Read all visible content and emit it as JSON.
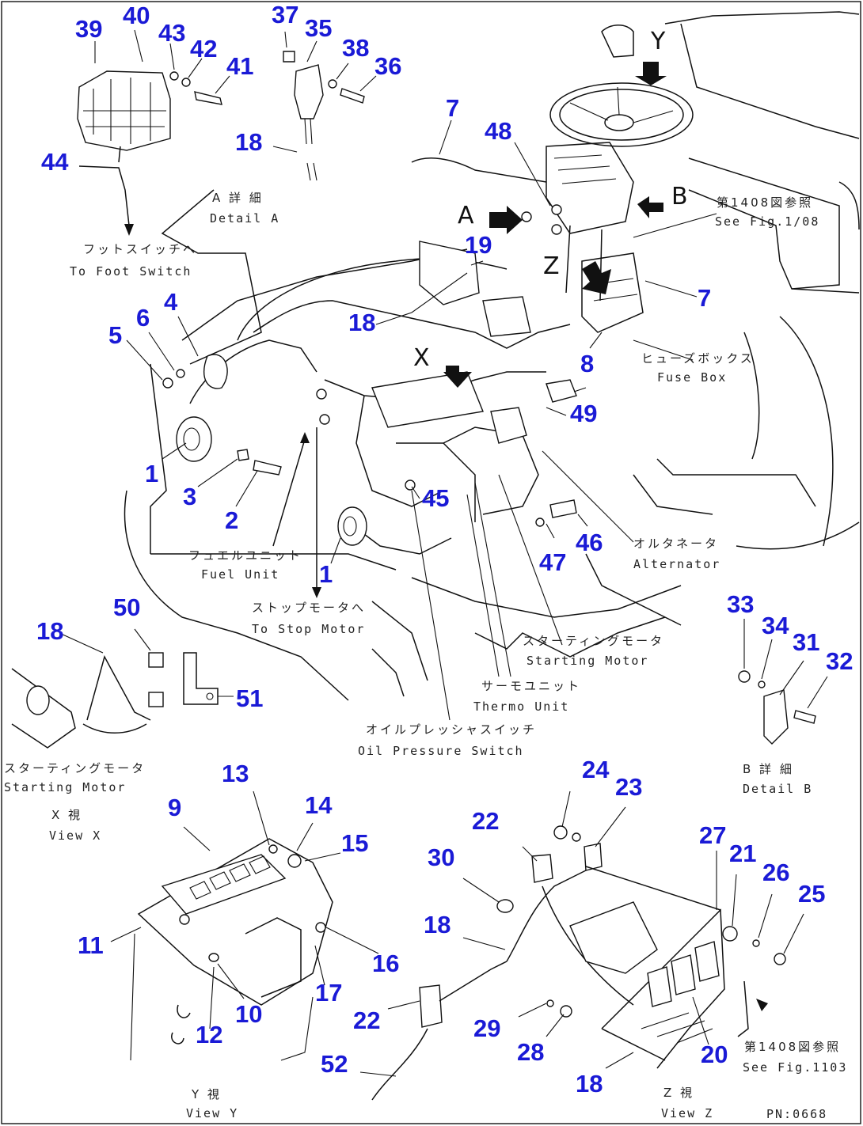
{
  "drawing": {
    "frame_id": "PN:0668",
    "view_letters": [
      {
        "id": "y",
        "text": "Y"
      },
      {
        "id": "a",
        "text": "A"
      },
      {
        "id": "b",
        "text": "B"
      },
      {
        "id": "z",
        "text": "Z"
      },
      {
        "id": "x",
        "text": "X"
      }
    ],
    "callouts": [
      "39",
      "40",
      "43",
      "42",
      "41",
      "37",
      "35",
      "38",
      "36",
      "18",
      "44",
      "7",
      "48",
      "19",
      "18",
      "5",
      "6",
      "4",
      "1",
      "3",
      "2",
      "45",
      "1",
      "46",
      "47",
      "8",
      "49",
      "7",
      "33",
      "34",
      "31",
      "32",
      "50",
      "18",
      "51",
      "13",
      "9",
      "14",
      "15",
      "11",
      "16",
      "17",
      "10",
      "12",
      "22",
      "30",
      "24",
      "23",
      "27",
      "21",
      "26",
      "25",
      "18",
      "22",
      "29",
      "28",
      "20",
      "18",
      "52"
    ],
    "captions": {
      "detail_a_jp": "A 詳 細",
      "detail_a_en": "Detail A",
      "foot_switch_jp": "フットスイッチへ",
      "foot_switch_en": "To Foot Switch",
      "see_fig_1_jp": "第1408図参照",
      "see_fig_1_en": "See Fig.1/08",
      "fuse_box_jp": "ヒューズボックス",
      "fuse_box_en": "Fuse Box",
      "fuel_unit_jp": "フュエルユニット",
      "fuel_unit_en": "Fuel Unit",
      "alternator_jp": "オルタネータ",
      "alternator_en": "Alternator",
      "stop_motor_jp": "ストップモータへ",
      "stop_motor_en": "To Stop Motor",
      "starting_motor_jp": "スターティングモータ",
      "starting_motor_en": "Starting Motor",
      "thermo_unit_jp": "サーモユニット",
      "thermo_unit_en": "Thermo Unit",
      "oil_pressure_jp": "オイルプレッシャスイッチ",
      "oil_pressure_en": "Oil Pressure Switch",
      "starting_motor2_jp": "スターティングモータ",
      "starting_motor2_en": "Starting Motor",
      "view_x_jp": "X 視",
      "view_x_en": "View X",
      "detail_b_jp": "B 詳 細",
      "detail_b_en": "Detail B",
      "view_y_jp": "Y 視",
      "view_y_en": "View Y",
      "view_z_jp": "Z 視",
      "view_z_en": "View Z",
      "see_fig_2_jp": "第1408図参照",
      "see_fig_2_en": "See Fig.1103"
    }
  }
}
